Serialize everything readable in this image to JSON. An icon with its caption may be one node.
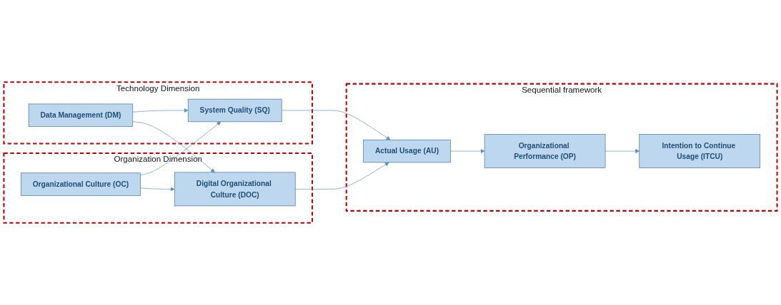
{
  "diagram": {
    "nodes": [
      {
        "text": [
          "Technology Dimension"
        ]
      },
      {
        "text": [
          "Data Management (DM)"
        ],
        "in": 0
      },
      {
        "text": [
          "System Quality (SQ)"
        ],
        "in": 0
      },
      {
        "text": [
          "Organization Dimension"
        ]
      },
      {
        "text": [
          "Organizational Culture (OC)"
        ],
        "in": 3
      },
      {
        "text": [
          "Digital Organizational Culture (DOC)"
        ],
        "in": 3
      },
      {
        "text": [
          "Sequential framework"
        ]
      },
      {
        "text": [
          "Actual Usage (AU)"
        ],
        "in": 6
      },
      {
        "text": [
          "Organizational Performance (OP)"
        ],
        "in": 6
      },
      {
        "text": [
          "Intention to Continue Usage (ITCU)"
        ],
        "in": 6
      }
    ],
    "edges": [
      {
        "from": 1,
        "to": 2,
        "arrow": "to"
      },
      {
        "from": 1,
        "to": 5,
        "arrow": "to"
      },
      {
        "from": 4,
        "to": 2,
        "arrow": "to"
      },
      {
        "from": 4,
        "to": 5,
        "arrow": "to"
      },
      {
        "from": 2,
        "to": 7,
        "arrow": "to"
      },
      {
        "from": 5,
        "to": 7,
        "arrow": "to"
      },
      {
        "from": 7,
        "to": 8,
        "arrow": "to"
      },
      {
        "from": 8,
        "to": 9,
        "arrow": "to"
      }
    ]
  }
}
